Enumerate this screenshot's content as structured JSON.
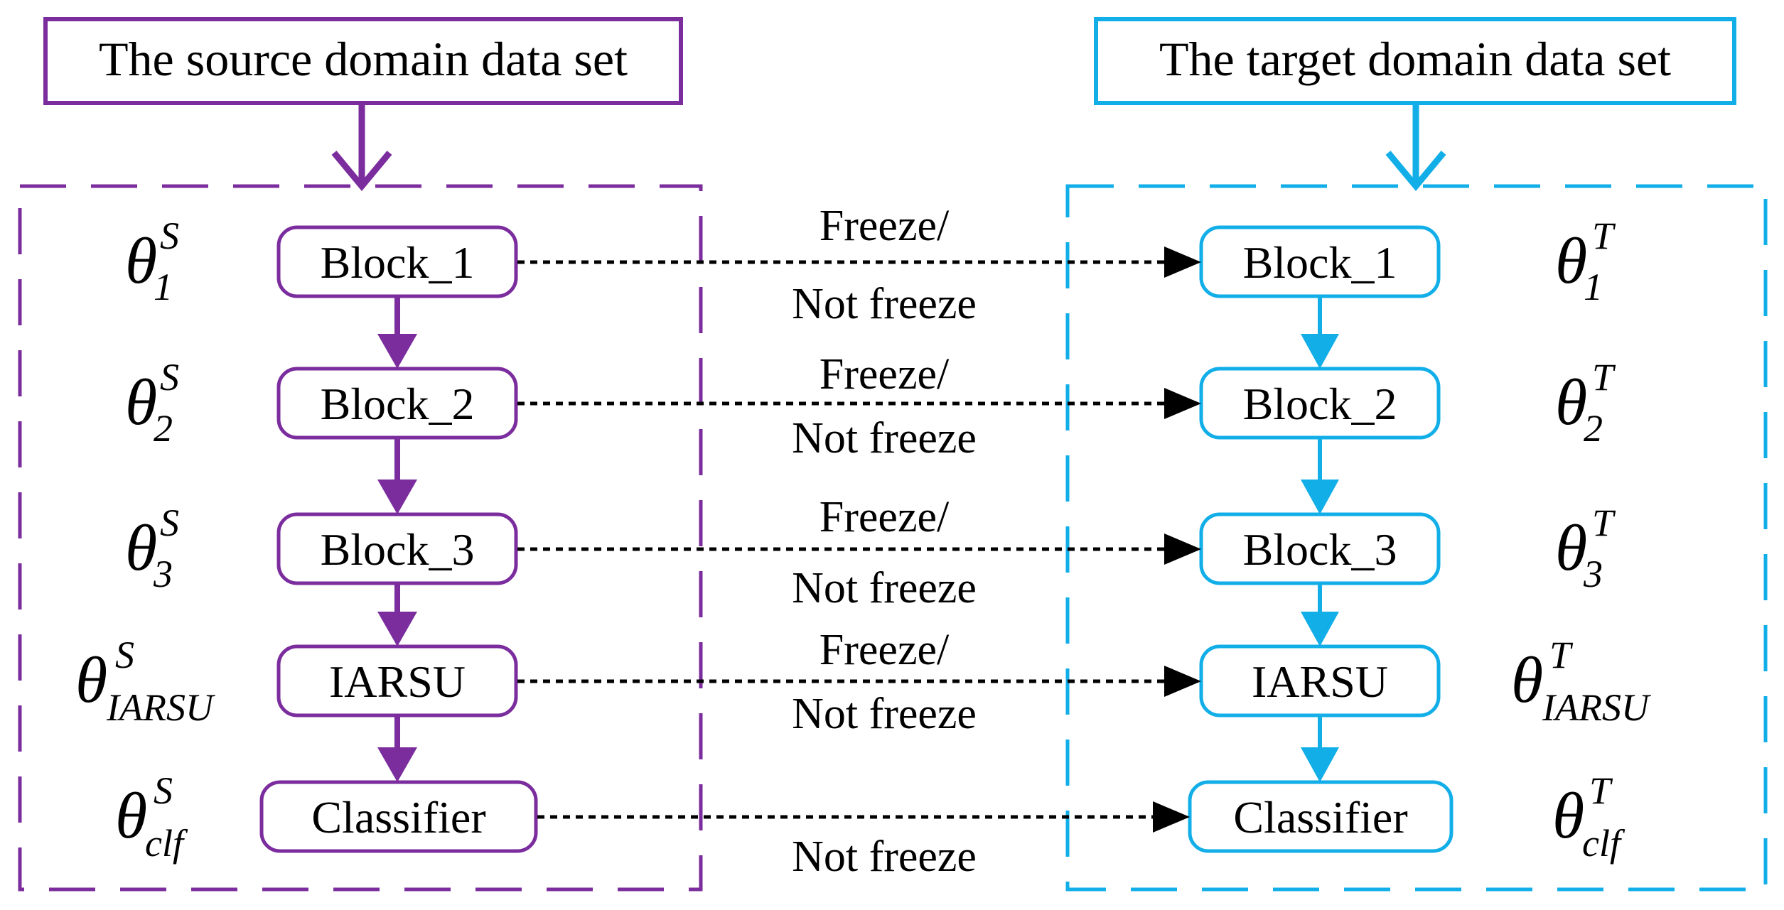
{
  "colors": {
    "source": "#7B2D9E",
    "target": "#12AEE8",
    "arrow": "#000000"
  },
  "source": {
    "title": "The source domain data set",
    "blocks": [
      "Block_1",
      "Block_2",
      "Block_3",
      "IARSU",
      "Classifier"
    ],
    "params": [
      {
        "symbol": "θ",
        "sup": "S",
        "sub": "1"
      },
      {
        "symbol": "θ",
        "sup": "S",
        "sub": "2"
      },
      {
        "symbol": "θ",
        "sup": "S",
        "sub": "3"
      },
      {
        "symbol": "θ",
        "sup": "S",
        "sub": "IARSU"
      },
      {
        "symbol": "θ",
        "sup": "S",
        "sub": "clf"
      }
    ]
  },
  "target": {
    "title": "The target domain data set",
    "blocks": [
      "Block_1",
      "Block_2",
      "Block_3",
      "IARSU",
      "Classifier"
    ],
    "params": [
      {
        "symbol": "θ",
        "sup": "T",
        "sub": "1"
      },
      {
        "symbol": "θ",
        "sup": "T",
        "sub": "2"
      },
      {
        "symbol": "θ",
        "sup": "T",
        "sub": "3"
      },
      {
        "symbol": "θ",
        "sup": "T",
        "sub": "IARSU"
      },
      {
        "symbol": "θ",
        "sup": "T",
        "sub": "clf"
      }
    ]
  },
  "transfers": [
    {
      "top": "Freeze/",
      "bottom": "Not freeze"
    },
    {
      "top": "Freeze/",
      "bottom": "Not freeze"
    },
    {
      "top": "Freeze/",
      "bottom": "Not freeze"
    },
    {
      "top": "Freeze/",
      "bottom": "Not freeze"
    },
    {
      "top": "",
      "bottom": "Not freeze"
    }
  ]
}
